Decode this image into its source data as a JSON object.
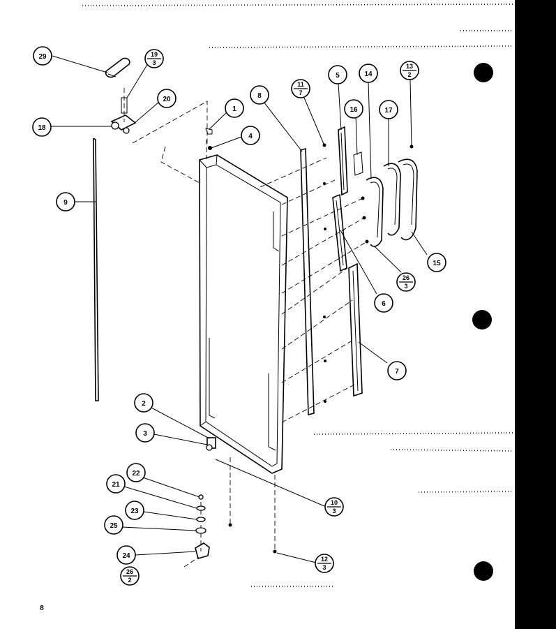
{
  "page_number": "8",
  "callouts": [
    {
      "id": "29",
      "kind": "single"
    },
    {
      "id": "19",
      "kind": "fraction",
      "num": "19",
      "den": "3"
    },
    {
      "id": "20",
      "kind": "single"
    },
    {
      "id": "18",
      "kind": "single"
    },
    {
      "id": "1",
      "kind": "single"
    },
    {
      "id": "4",
      "kind": "single"
    },
    {
      "id": "8",
      "kind": "single"
    },
    {
      "id": "11",
      "kind": "fraction",
      "num": "11",
      "den": "7"
    },
    {
      "id": "5",
      "kind": "single"
    },
    {
      "id": "14",
      "kind": "single"
    },
    {
      "id": "13",
      "kind": "fraction",
      "num": "13",
      "den": "2"
    },
    {
      "id": "16",
      "kind": "single"
    },
    {
      "id": "17",
      "kind": "single"
    },
    {
      "id": "9",
      "kind": "single"
    },
    {
      "id": "15",
      "kind": "single"
    },
    {
      "id": "26a",
      "kind": "fraction",
      "num": "26",
      "den": "3"
    },
    {
      "id": "6",
      "kind": "single"
    },
    {
      "id": "7",
      "kind": "single"
    },
    {
      "id": "2",
      "kind": "single"
    },
    {
      "id": "3",
      "kind": "single"
    },
    {
      "id": "10",
      "kind": "fraction",
      "num": "10",
      "den": "3"
    },
    {
      "id": "22",
      "kind": "single"
    },
    {
      "id": "21",
      "kind": "single"
    },
    {
      "id": "23",
      "kind": "single"
    },
    {
      "id": "25",
      "kind": "single"
    },
    {
      "id": "24",
      "kind": "single"
    },
    {
      "id": "26b",
      "kind": "fraction",
      "num": "26",
      "den": "2"
    },
    {
      "id": "12",
      "kind": "fraction",
      "num": "12",
      "den": "3"
    }
  ]
}
